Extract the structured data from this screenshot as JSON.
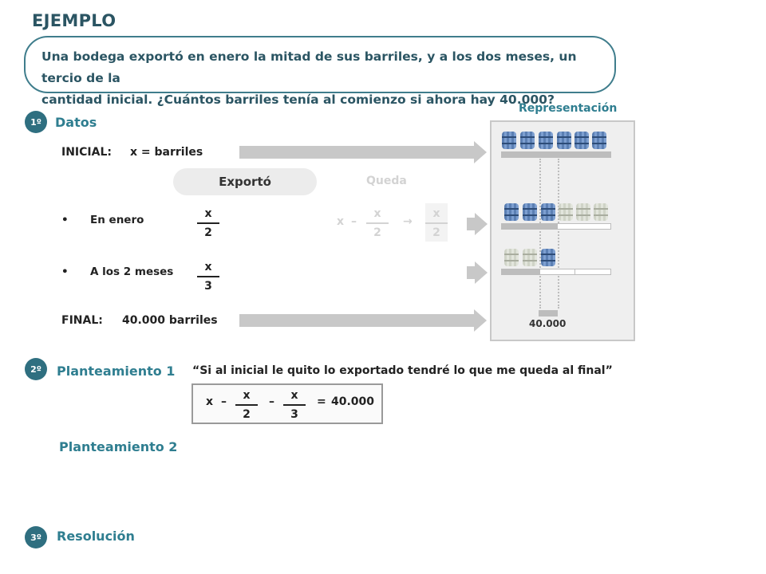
{
  "header": {
    "title": "EJEMPLO"
  },
  "problem": {
    "line1": "Una bodega exportó en enero la mitad de sus barriles, y a los dos meses, un tercio de la",
    "line2": "cantidad inicial. ¿Cuántos barriles tenía al comienzo si ahora hay 40.000?"
  },
  "representation": {
    "title": "Representación",
    "final_value": "40.000"
  },
  "steps": [
    {
      "badge": "1º",
      "title": "Datos"
    },
    {
      "badge": "2º",
      "title": "Planteamiento 1"
    },
    {
      "badge": "3º",
      "title": "Resolución"
    }
  ],
  "datos": {
    "initial_label": "INICIAL:",
    "initial_value": "x = barriles",
    "exported_header": "Exportó",
    "remaining_header": "Queda",
    "bullet": "•",
    "row_jan_label": "En enero",
    "row_jan_num": "x",
    "row_jan_den": "2",
    "row_2m_label": "A los 2 meses",
    "row_2m_num": "x",
    "row_2m_den": "3",
    "queda_x": "x",
    "queda_minus": "–",
    "queda_num": "x",
    "queda_den": "2",
    "queda_arrow": "→",
    "queda_res_num": "x",
    "queda_res_den": "2",
    "final_label": "FINAL:",
    "final_value": "40.000 barriles"
  },
  "planteamiento1": {
    "quote": "“Si al inicial le quito lo exportado tendré lo que me queda al final”",
    "eq_x": "x",
    "eq_minus1": "–",
    "eq_f1_num": "x",
    "eq_f1_den": "2",
    "eq_minus2": "–",
    "eq_f2_num": "x",
    "eq_f2_den": "3",
    "eq_equals": "=",
    "eq_result": "40.000"
  },
  "planteamiento2": {
    "title": "Planteamiento 2"
  },
  "colors": {
    "accent": "#2f7e90",
    "title": "#2b5563",
    "arrow": "#c8c8c8",
    "barrel_blue": "#5b7fb3"
  }
}
